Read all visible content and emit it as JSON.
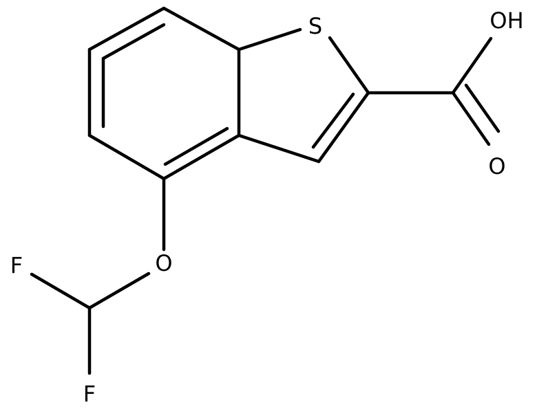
{
  "structure": {
    "atoms": {
      "sulfur": "S",
      "hydroxyl": "OH",
      "carbonyl_oxygen": "O",
      "ether_oxygen": "O",
      "fluorine_1": "F",
      "fluorine_2": "F"
    },
    "colors": {
      "bond": "#000000",
      "label": "#000000",
      "background": "#ffffff"
    }
  }
}
